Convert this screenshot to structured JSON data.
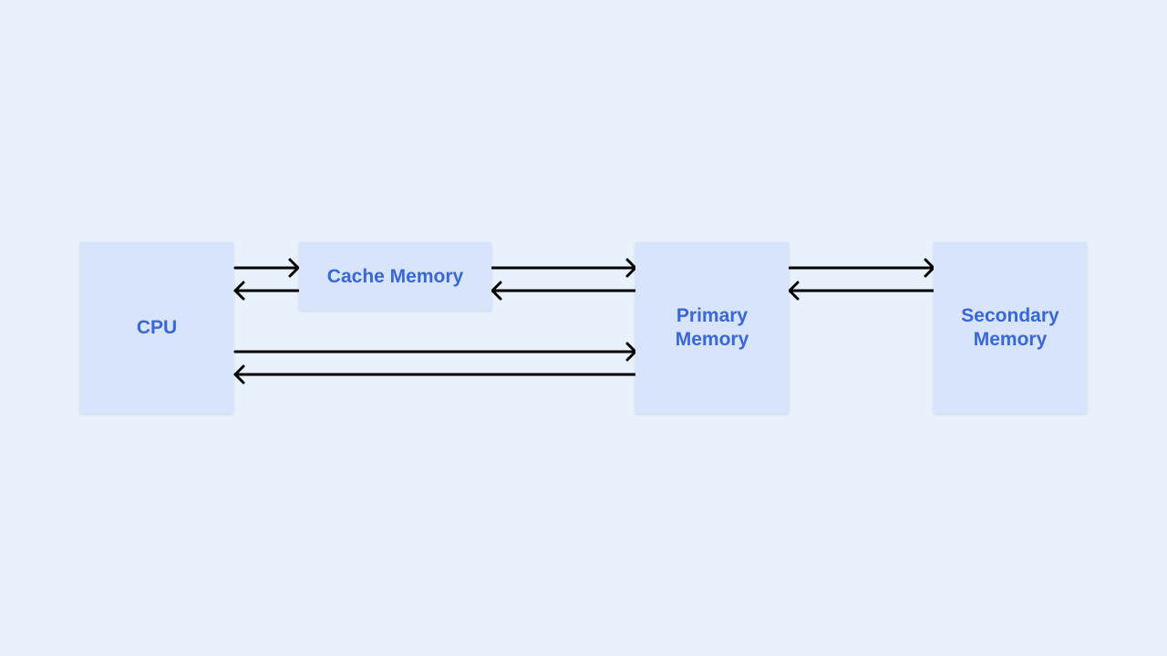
{
  "nodes": {
    "cpu": {
      "label": "CPU"
    },
    "cache": {
      "label": "Cache Memory"
    },
    "primary": {
      "label": "Primary Memory"
    },
    "secondary": {
      "label": "Secondary Memory"
    }
  },
  "edges": [
    {
      "from": "cpu",
      "to": "cache"
    },
    {
      "from": "cache",
      "to": "cpu"
    },
    {
      "from": "cache",
      "to": "primary"
    },
    {
      "from": "primary",
      "to": "cache"
    },
    {
      "from": "cpu",
      "to": "primary"
    },
    {
      "from": "primary",
      "to": "cpu"
    },
    {
      "from": "primary",
      "to": "secondary"
    },
    {
      "from": "secondary",
      "to": "primary"
    }
  ],
  "colors": {
    "background": "#e8f2fd",
    "node_fill": "#d8e4fc",
    "node_text": "#3867d6",
    "arrow": "#000000"
  }
}
